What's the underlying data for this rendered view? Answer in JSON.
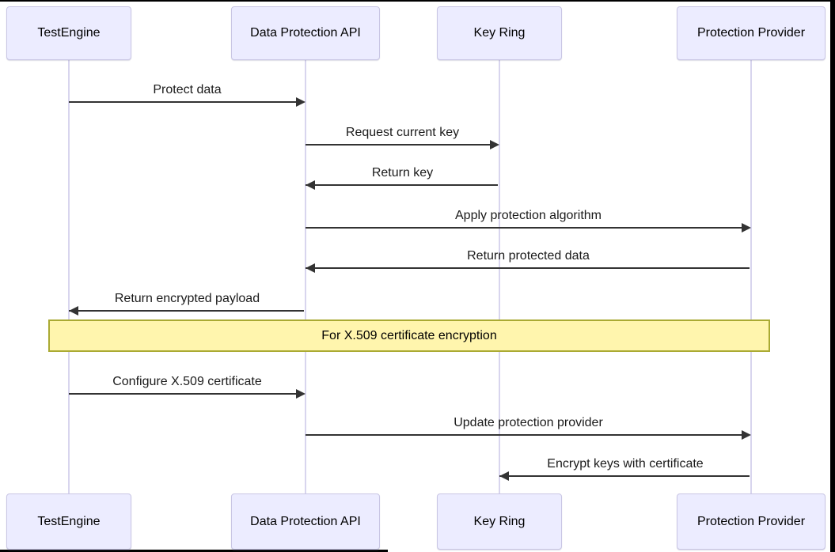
{
  "diagram": {
    "type": "sequence-diagram",
    "actors": [
      {
        "name": "TestEngine"
      },
      {
        "name": "Data Protection API"
      },
      {
        "name": "Key Ring"
      },
      {
        "name": "Protection Provider"
      }
    ],
    "messages": [
      {
        "from": "TestEngine",
        "to": "Data Protection API",
        "text": "Protect data"
      },
      {
        "from": "Data Protection API",
        "to": "Key Ring",
        "text": "Request current key"
      },
      {
        "from": "Key Ring",
        "to": "Data Protection API",
        "text": "Return key"
      },
      {
        "from": "Data Protection API",
        "to": "Protection Provider",
        "text": "Apply protection algorithm"
      },
      {
        "from": "Protection Provider",
        "to": "Data Protection API",
        "text": "Return protected data"
      },
      {
        "from": "Data Protection API",
        "to": "TestEngine",
        "text": "Return encrypted payload"
      },
      {
        "from": "TestEngine",
        "to": "Data Protection API",
        "text": "Configure X.509 certificate"
      },
      {
        "from": "Data Protection API",
        "to": "Protection Provider",
        "text": "Update protection provider"
      },
      {
        "from": "Protection Provider",
        "to": "Key Ring",
        "text": "Encrypt keys with certificate"
      }
    ],
    "note": {
      "text": "For X.509 certificate encryption",
      "over": [
        "TestEngine",
        "Protection Provider"
      ]
    },
    "colors": {
      "actor_fill": "#ECECFF",
      "actor_border": "#C9C6E4",
      "lifeline": "#D8D5EE",
      "arrow": "#333333",
      "note_fill": "#FFF5AD",
      "note_border": "#AAAA33",
      "text": "#1A1A1A"
    }
  }
}
